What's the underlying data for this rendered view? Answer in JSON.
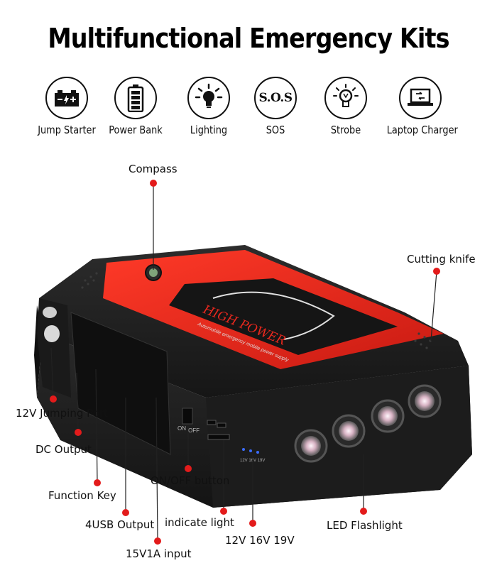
{
  "title": "Multifunctional Emergency Kits",
  "features": [
    {
      "label": "Jump Starter",
      "icon": "battery-icon"
    },
    {
      "label": "Power Bank",
      "icon": "power-bank-icon"
    },
    {
      "label": "Lighting",
      "icon": "light-bulb-icon"
    },
    {
      "label": "SOS",
      "icon": "sos-icon",
      "icon_text": "S.O.S"
    },
    {
      "label": "Strobe",
      "icon": "strobe-bulb-icon"
    },
    {
      "label": "Laptop Charger",
      "icon": "laptop-icon"
    }
  ],
  "device": {
    "brand_text": "HIGH POWER",
    "subtitle_text": "Automobile emergency mobile power supply",
    "switch_on": "ON",
    "switch_off": "OFF",
    "voltage_marks": "12V 16V 19V"
  },
  "callouts": {
    "compass": "Compass",
    "cutting_knife": "Cutting knife",
    "jumping_port": "12V Jumping Port",
    "dc_output": "DC Output",
    "function_key": "Function Key",
    "usb_output": "4USB Output",
    "input": "15V1A input",
    "on_off": "ON/OFF button",
    "indicate_light": "indicate light",
    "voltage": "12V 16V 19V",
    "led_flashlight": "LED Flashlight"
  },
  "colors": {
    "accent_red": "#e8281e",
    "body_black": "#1f1f1f",
    "dot_red": "#e31b1b"
  }
}
